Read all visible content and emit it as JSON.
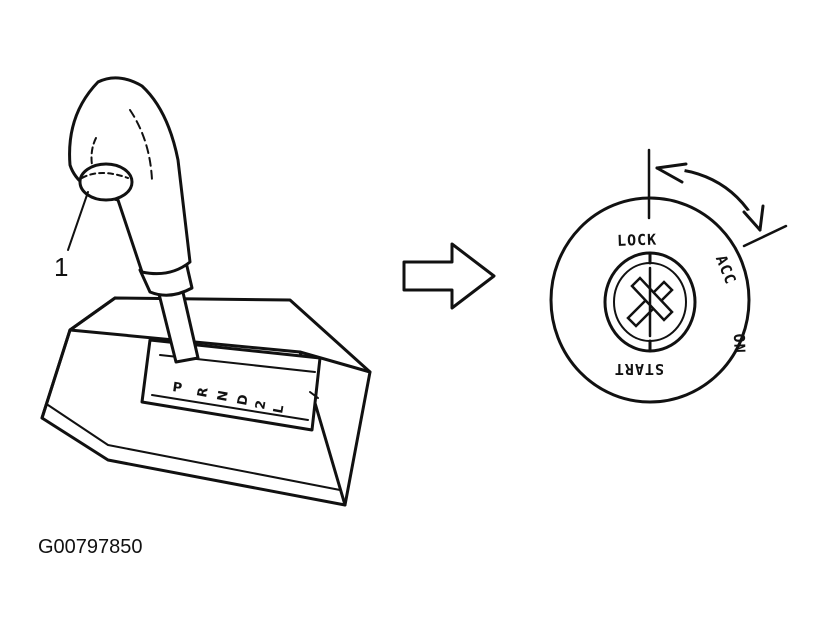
{
  "figure_id": "G00797850",
  "callout_label": "1",
  "gear_positions": [
    "P",
    "R",
    "N",
    "D",
    "2",
    "L"
  ],
  "ignition_positions": [
    "LOCK",
    "ACC",
    "ON",
    "START"
  ],
  "colors": {
    "ink": "#111111",
    "paper": "#ffffff"
  }
}
